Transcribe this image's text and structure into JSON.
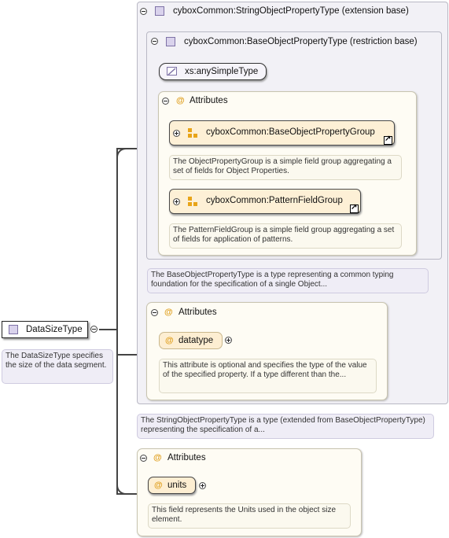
{
  "root": {
    "name": "DataSizeType",
    "note": "The DataSizeType specifies the size of the data segment."
  },
  "extension": {
    "title": "cyboxCommon:StringObjectPropertyType (extension base)",
    "note": "The StringObjectPropertyType is a type (extended from BaseObjectPropertyType) representing the specification of a..."
  },
  "restriction": {
    "title": "cyboxCommon:BaseObjectPropertyType (restriction base)",
    "simple_type": "xs:anySimpleType",
    "attributes_label": "Attributes",
    "groups": [
      {
        "name": "cyboxCommon:BaseObjectPropertyGroup",
        "note": "The ObjectPropertyGroup is a simple field group aggregating a set of fields for Object Properties."
      },
      {
        "name": "cyboxCommon:PatternFieldGroup",
        "note": "The PatternFieldGroup is a simple field group aggregating a set of fields for application of patterns."
      }
    ],
    "note": "The BaseObjectPropertyType is a type representing a common typing foundation for the specification of a single Object..."
  },
  "ext_attributes": {
    "label": "Attributes",
    "attr_name": "datatype",
    "note": "This attribute is optional and specifies the type of the value of the specified property. If a type different than the..."
  },
  "own_attributes": {
    "label": "Attributes",
    "attr_name": "units",
    "note": "This field represents the Units used in the object size element."
  },
  "icons": {
    "at": "@"
  }
}
